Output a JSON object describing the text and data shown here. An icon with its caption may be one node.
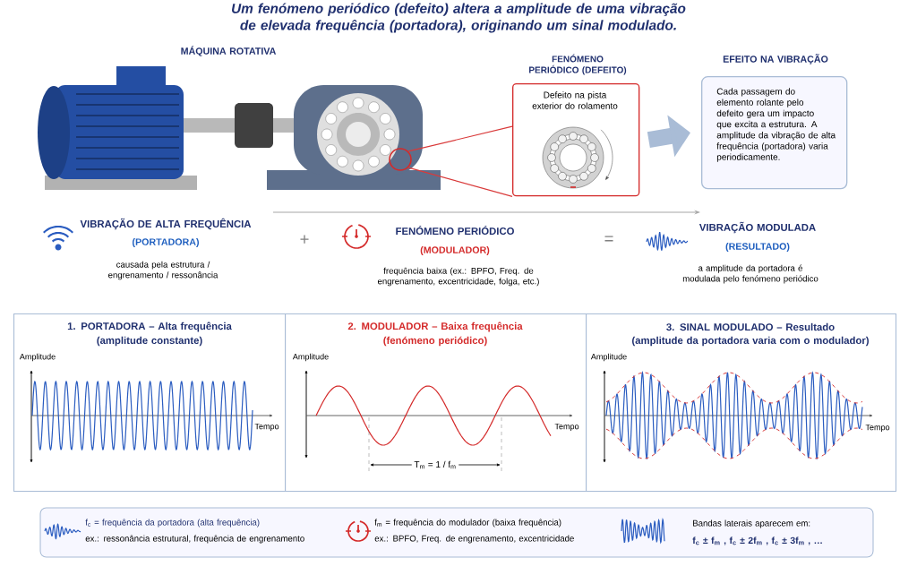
{
  "diagram": {
    "title": "Um fenómeno periódico (defeito) altera a amplitude de uma vibração de elevada frequência (portadora), originando um sinal modulado.",
    "nodes": [
      {
        "text": [],
        "shape": "circle"
      },
      {
        "text": [
          "FENÓMENO PERIÓDICO (DEFEITO)",
          "Defeito na pista exterior do rolamento"
        ]
      },
      {
        "text": [
          "EFEITO NA VIBRAÇÃO",
          "Cada passagem do elemento rolante pelo defeito gera um impacto que excita a estrutura. A amplitude da vibração de alta frequência (portadora) varia periodicamente."
        ]
      },
      {
        "text": [
          "1. PORTADORA – Alta frequência",
          "(amplitude constante)"
        ]
      },
      {
        "text": [
          "2. MODULADOR – Baixa frequência",
          "(fenómeno periódico)"
        ]
      },
      {
        "text": [
          "3. SINAL MODULADO – Resultado",
          "(amplitude da portadora varia com o modulador)"
        ]
      }
    ],
    "edges": [
      {
        "from": 0,
        "to": 1,
        "arrow": "none",
        "color": "#d93a3a"
      },
      {
        "from": 0,
        "to": 1,
        "arrow": "none",
        "color": "#d93a3a"
      },
      {
        "from": 1,
        "to": 2,
        "arrow": "to",
        "style": "thick",
        "color": "#a9bcd6"
      }
    ],
    "labels": [
      "MÁQUINA ROTATIVA",
      "VIBRAÇÃO DE ALTA FREQUÊNCIA",
      "(PORTADORA)",
      "causada pela estrutura / engrenamento / ressonância",
      "+",
      "FENÓMENO PERIÓDICO",
      "(MODULADOR)",
      "frequência baixa (ex.: BPFO, Freq. de engrenamento, excentricidade, folga, etc.)",
      "=",
      "VIBRAÇÃO MODULADA",
      "(RESULTADO)",
      "a amplitude da portadora é modulada pelo fenómeno periódico",
      "Amplitude",
      "Tempo",
      "Amplitude",
      "Tempo",
      "T$_{m}$ = 1 / f$_{m}$",
      "Amplitude",
      "Tempo",
      "f$_{c}$ = frequência da portadora (alta frequência)",
      "ex.: ressonância estrutural, frequência de engrenamento",
      "f$_{m}$ = frequência do modulador (baixa frequência)",
      "ex.: BPFO, Freq. de engrenamento, excentricidade",
      "Bandas laterais aparecem em:",
      "f$_{c}$ ± f$_{m}$ ,  f$_{c}$ ± 2f$_{m}$ ,  f$_{c}$ ± 3f$_{m}$ , …"
    ]
  }
}
